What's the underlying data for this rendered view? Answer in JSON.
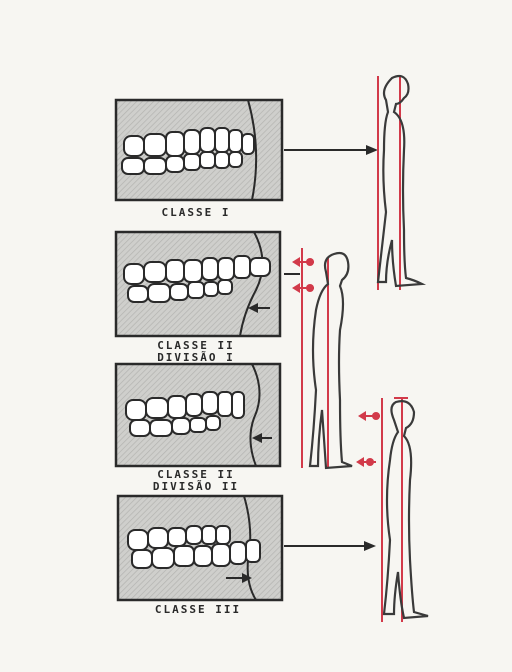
{
  "diagram": {
    "panels": [
      {
        "id": "class-1",
        "lines": [
          "CLASSE I"
        ]
      },
      {
        "id": "class-2-div-1",
        "lines": [
          "CLASSE II",
          "DIVISÃO I"
        ]
      },
      {
        "id": "class-2-div-2",
        "lines": [
          "CLASSE II",
          "DIVISÃO II"
        ]
      },
      {
        "id": "class-3",
        "lines": [
          "CLASSE III"
        ]
      }
    ],
    "colors": {
      "ink": "#2a2a2a",
      "shading": "#c9c9c6",
      "posture_line": "#d23a4a",
      "paper": "#f7f6f2"
    }
  }
}
